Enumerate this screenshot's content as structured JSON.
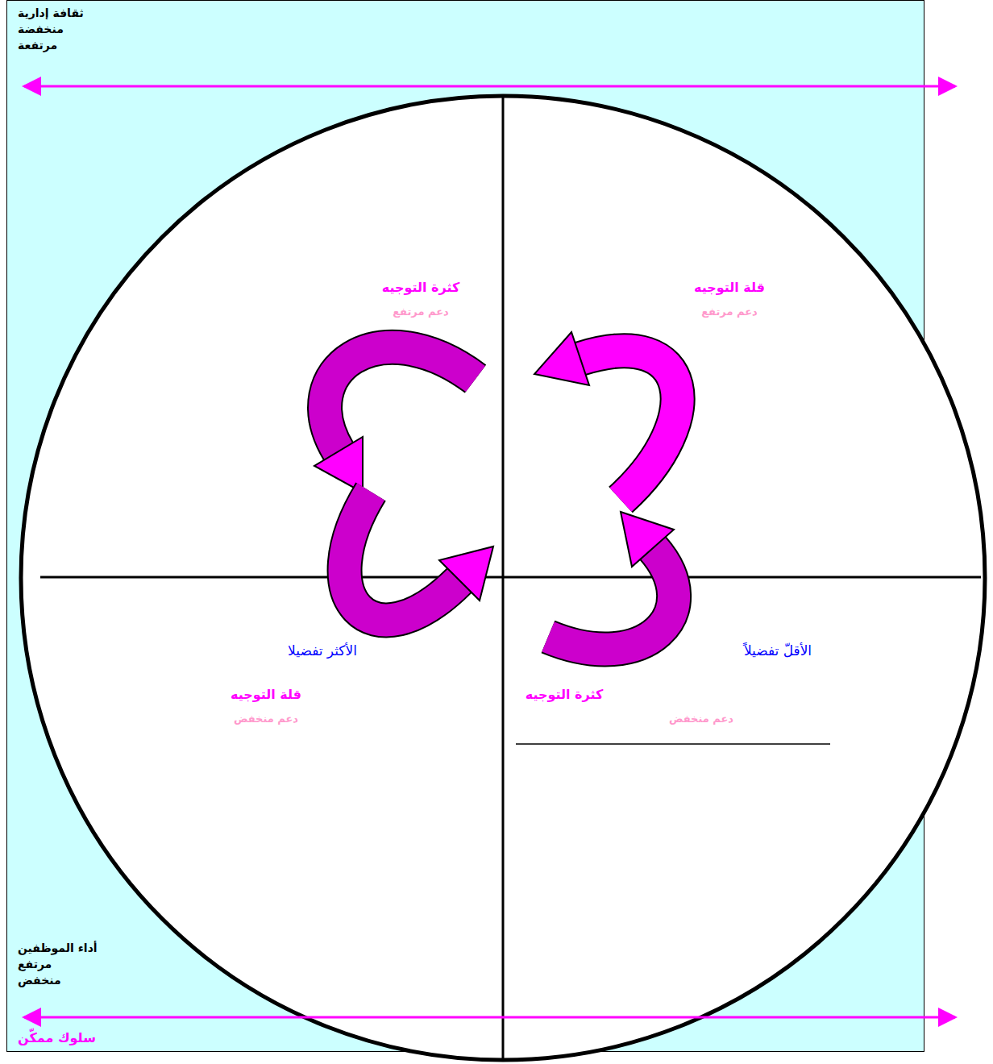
{
  "diagram": {
    "nodes": [
      {
        "text": [
          "كثرة التوجيه",
          "دعم مرتفع"
        ]
      },
      {
        "text": [
          "قلة التوجيه",
          "دعم مرتفع"
        ]
      },
      {
        "text": [
          "الأكثر تفضيلا",
          "قلة التوجيه",
          "دعم منخفض"
        ]
      },
      {
        "text": [
          "الأقلّ تفضيلاً",
          "كثرة التوجيه",
          "دعم منخفض"
        ]
      }
    ],
    "labels": [
      "ثقافة إدارية",
      "منخفضة",
      "مرتفعة",
      "أداء الموظفين",
      "مرتفع",
      "منخفض",
      "سلوك ممكّن"
    ]
  }
}
